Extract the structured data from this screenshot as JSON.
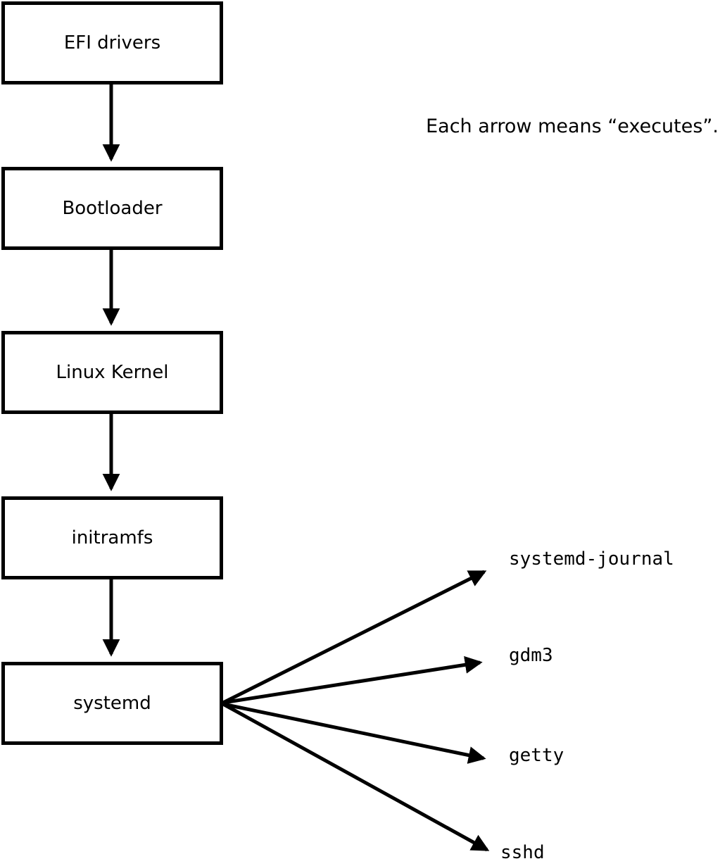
{
  "diagram": {
    "note": "Each arrow means “executes”.",
    "arrow_meaning": "executes",
    "boxes": [
      {
        "label": "EFI drivers"
      },
      {
        "label": "Bootloader"
      },
      {
        "label": "Linux Kernel"
      },
      {
        "label": "initramfs"
      },
      {
        "label": "systemd"
      }
    ],
    "processes": [
      {
        "label": "systemd-journal"
      },
      {
        "label": "gdm3"
      },
      {
        "label": "getty"
      },
      {
        "label": "sshd"
      }
    ],
    "colors": {
      "line": "#000000",
      "box_border": "#000000",
      "box_background": "#ffffff",
      "text": "#000000",
      "page_background": "#ffffff"
    }
  }
}
